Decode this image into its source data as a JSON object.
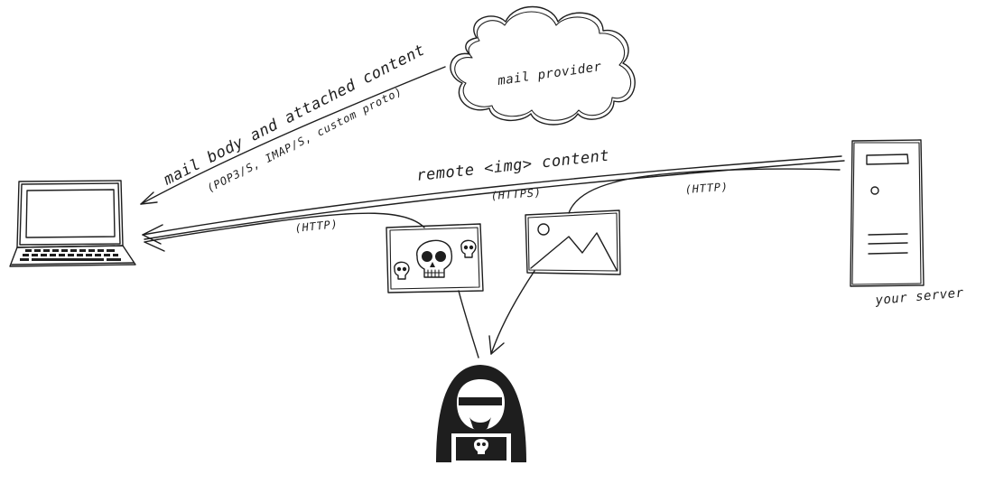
{
  "labels": {
    "mail_provider": "mail provider",
    "mail_body": "mail body and attached content",
    "protocols": "(POP3/S, IMAP/S, custom proto)",
    "remote_img": "remote <img> content",
    "https": "(HTTPS)",
    "http_left": "(HTTP)",
    "http_right": "(HTTP)",
    "your_server": "your server"
  },
  "icons": {
    "client": "laptop-icon",
    "provider": "cloud-icon",
    "server": "server-tower-icon",
    "tracking_image": "skull-image-icon",
    "legit_image": "landscape-image-icon",
    "attacker": "hooded-hacker-icon"
  },
  "colors": {
    "ink": "#1e1e1e",
    "background": "#ffffff"
  }
}
